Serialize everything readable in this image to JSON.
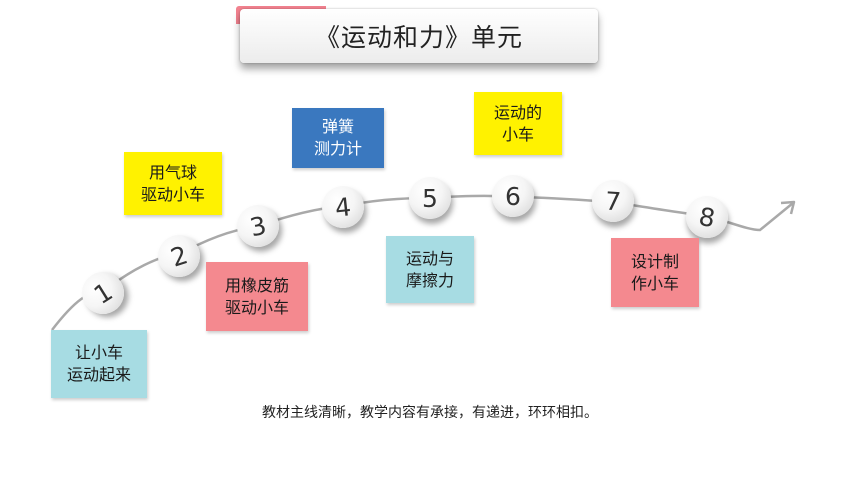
{
  "title": "《运动和力》单元",
  "steps": [
    {
      "number": "1",
      "label": "让小车\n运动起来"
    },
    {
      "number": "2",
      "label": "用气球\n驱动小车"
    },
    {
      "number": "3",
      "label": "用橡皮筋\n驱动小车"
    },
    {
      "number": "4",
      "label": "弹簧\n测力计"
    },
    {
      "number": "5",
      "label": "运动与\n摩擦力"
    },
    {
      "number": "6",
      "label": "运动的\n小车"
    },
    {
      "number": "7",
      "label": "设计制\n作小车"
    },
    {
      "number": "8",
      "label": ""
    }
  ],
  "colors": {
    "yellow": "#fff200",
    "blue": "#3a78bf",
    "pink": "#f4898f",
    "cyan": "#a7dce3"
  },
  "caption": "教材主线清晰，教学内容有承接，有递进，环环相扣。"
}
